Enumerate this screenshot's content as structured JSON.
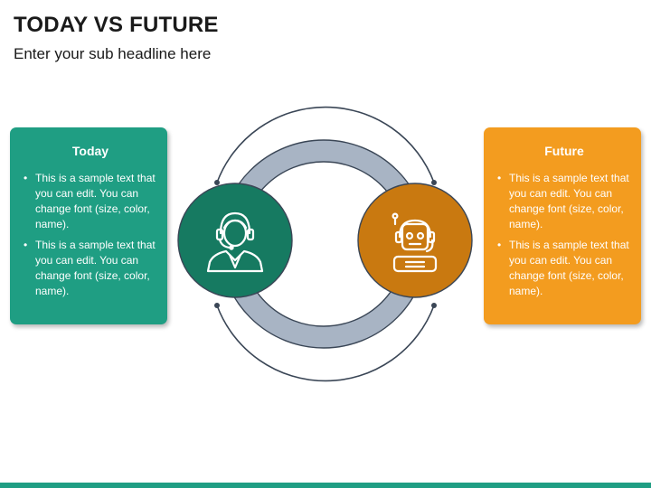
{
  "header": {
    "title": "TODAY VS FUTURE",
    "subtitle": "Enter your sub headline here"
  },
  "today": {
    "title": "Today",
    "bullets": [
      "This is a sample text that you can edit. You can change font (size, color, name).",
      "This is a sample text that you can edit. You can change font (size, color, name)."
    ],
    "icon": "support-agent-headset-icon"
  },
  "future": {
    "title": "Future",
    "bullets": [
      "This is a sample text that you can edit. You can change font (size, color, name).",
      "This is a sample text that you can edit. You can change font (size, color, name)."
    ],
    "icon": "robot-headset-icon"
  },
  "colors": {
    "today_card": "#1f9e83",
    "today_circle": "#167a61",
    "future_card": "#f39c1f",
    "future_circle": "#c97910",
    "ring": "#a8b4c4",
    "ring_stroke": "#3a4656",
    "bottom_bar": "#1f9e83"
  }
}
